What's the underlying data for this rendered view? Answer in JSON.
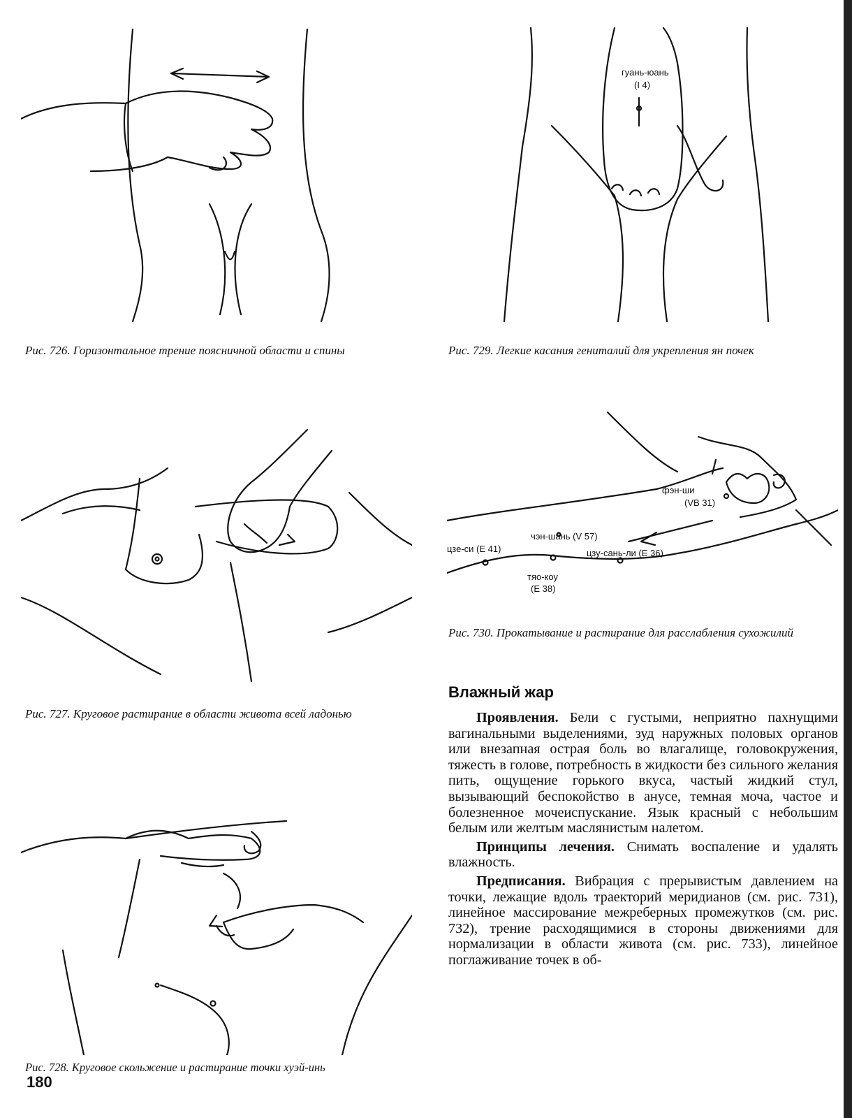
{
  "figures": {
    "fig726": {
      "caption": "Рис. 726. Горизонтальное трение поясничной области и спины"
    },
    "fig727": {
      "caption": "Рис. 727. Круговое растирание в области живота всей ладонью"
    },
    "fig728": {
      "caption": "Рис. 728. Круговое скольжение и растирание точки хуэй-инь"
    },
    "fig729": {
      "caption": "Рис. 729. Легкие касания гениталий для укрепления ян почек",
      "labels": {
        "guan_yuan_name": "гуань-юань",
        "guan_yuan_code": "(I 4)"
      }
    },
    "fig730": {
      "caption": "Рис. 730. Прокатывание и растирание для расслабления сухожилий",
      "labels": {
        "fen_shi_name": "фэн-ши",
        "fen_shi_code": "(VB 31)",
        "chen_shan": "чэн-шань (V 57)",
        "tsze_si": "цзе-си (E 41)",
        "tsu_san_li": "цзу-сань-ли (E 36)",
        "tyao_kou_name": "тяо-коу",
        "tyao_kou_code": "(E 38)"
      }
    }
  },
  "section": {
    "heading": "Влажный жар",
    "p1_lead": "Проявления.",
    "p1_text": " Бели с густыми, неприятно пахнущими вагинальными выделениями, зуд наружных половых органов или внезапная острая боль во влагалище, головокружения, тяжесть в голове, потребность в жидкости без сильного желания пить, ощущение горького вкуса, частый жидкий стул, вызывающий беспокойство в анусе, темная моча, частое и болезненное мочеиспускание. Язык красный с небольшим белым или желтым маслянистым налетом.",
    "p2_lead": "Принципы лечения.",
    "p2_text": " Снимать воспаление и удалять влажность.",
    "p3_lead": "Предписания.",
    "p3_text": " Вибрация с прерывистым давлением на точки, лежащие вдоль траекторий меридианов (см. рис. 731), линейное массирование межреберных промежутков (см. рис. 732), трение расходящимися в стороны движениями для нормализации в области живота (см. рис. 733), линейное поглаживание точек в об-"
  },
  "page_number": "180"
}
